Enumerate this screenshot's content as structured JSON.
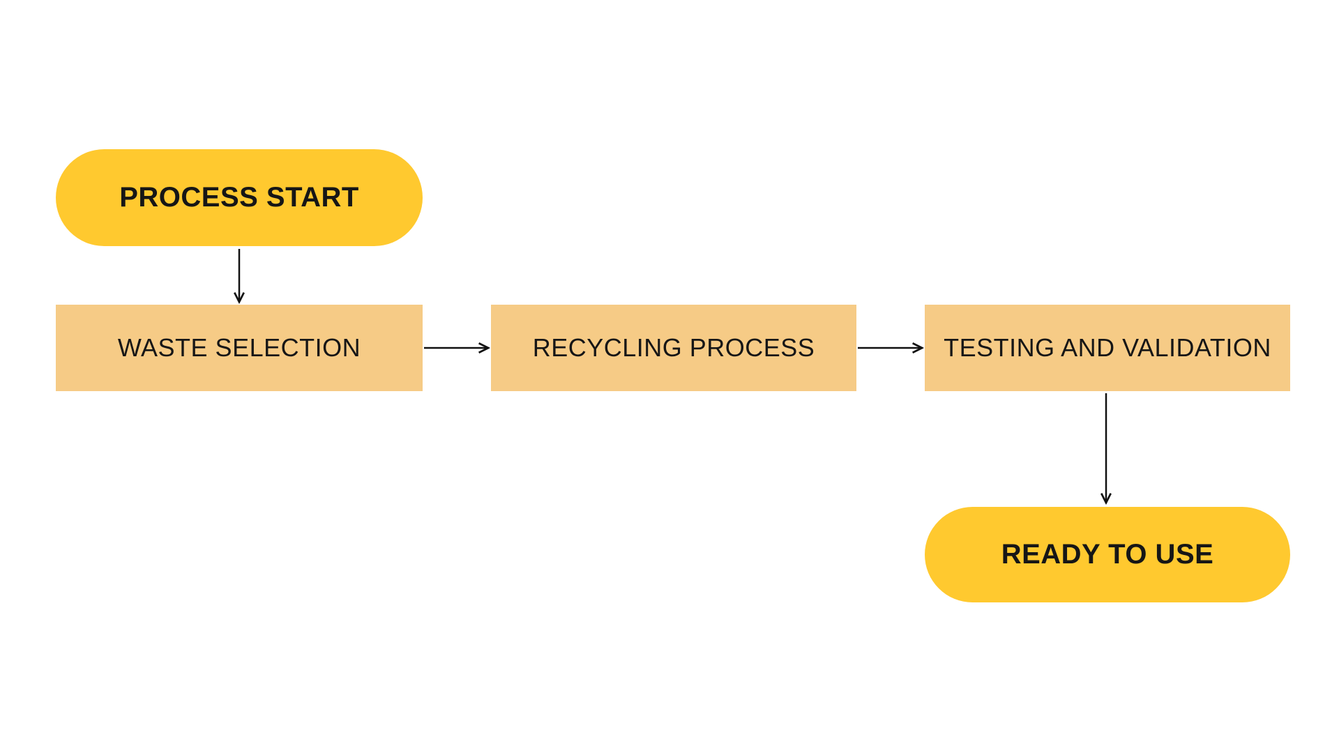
{
  "diagram": {
    "nodes": [
      {
        "id": "process-start",
        "label": "PROCESS START",
        "type": "terminal"
      },
      {
        "id": "waste-selection",
        "label": "WASTE SELECTION",
        "type": "process"
      },
      {
        "id": "recycling-process",
        "label": "RECYCLING PROCESS",
        "type": "process"
      },
      {
        "id": "testing-and-validation",
        "label": "TESTING AND VALIDATION",
        "type": "process"
      },
      {
        "id": "ready-to-use",
        "label": "READY TO USE",
        "type": "terminal"
      }
    ],
    "edges": [
      {
        "from": "process-start",
        "to": "waste-selection",
        "direction": "down"
      },
      {
        "from": "waste-selection",
        "to": "recycling-process",
        "direction": "right"
      },
      {
        "from": "recycling-process",
        "to": "testing-and-validation",
        "direction": "right"
      },
      {
        "from": "testing-and-validation",
        "to": "ready-to-use",
        "direction": "down"
      }
    ],
    "colors": {
      "terminal_fill": "#FFC92F",
      "process_fill": "#F6CB86",
      "text": "#161616",
      "arrow": "#111111",
      "background": "#FFFFFF"
    }
  }
}
